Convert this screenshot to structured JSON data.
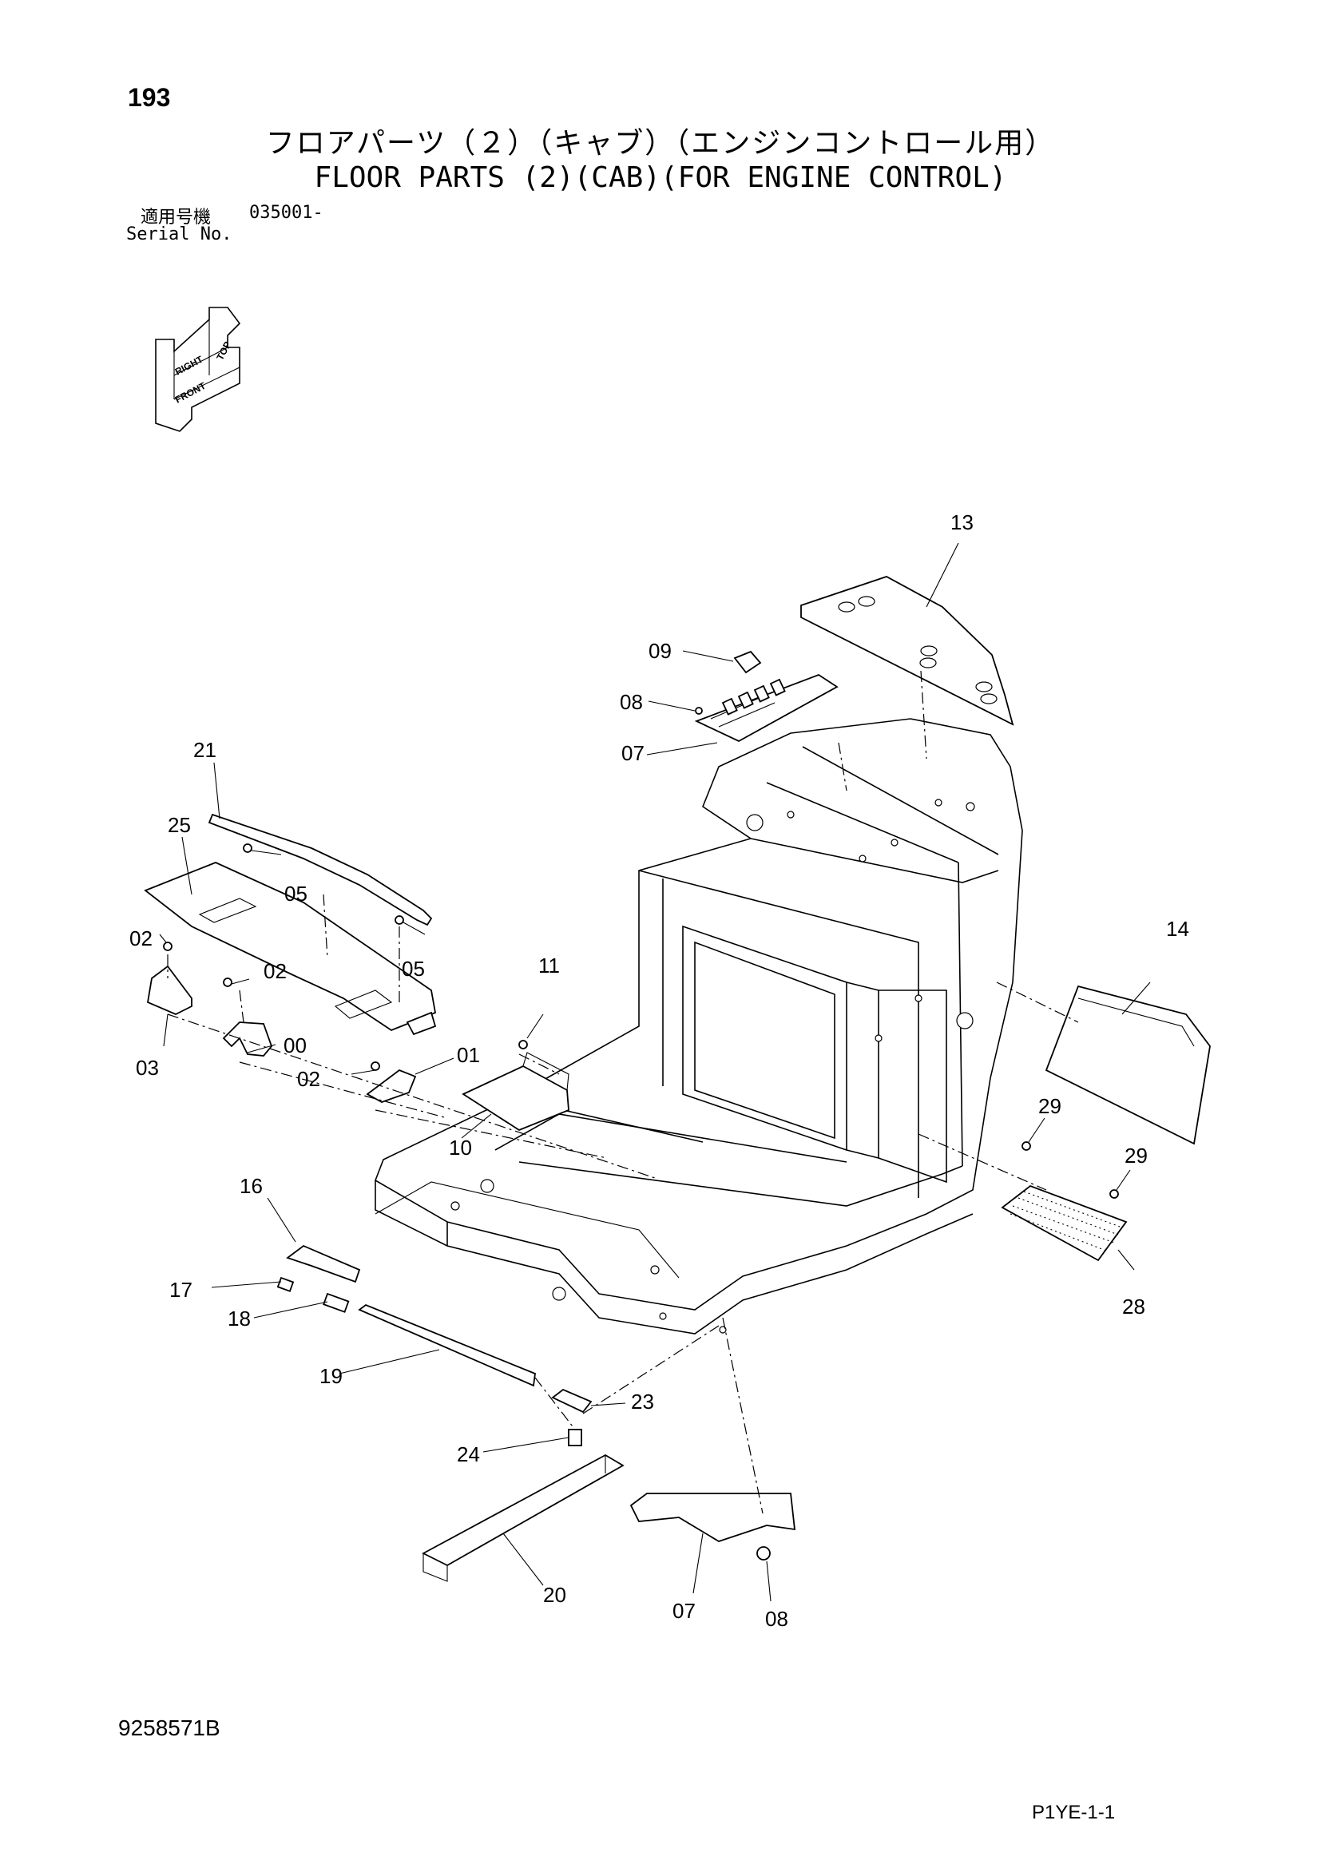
{
  "page": {
    "number": "193",
    "title_jp": "フロアパーツ（２）（キャブ）（エンジンコントロール用）",
    "title_en": "FLOOR PARTS (2)(CAB)(FOR ENGINE CONTROL)",
    "serial_label_jp": "適用号機",
    "serial_label_en": "Serial No.",
    "serial_value": "035001-",
    "document_number": "9258571B",
    "page_code": "P1YE-1-1"
  },
  "orientation_icon": {
    "labels": [
      "TOP",
      "RIGHT",
      "FRONT"
    ],
    "icon": "orientation-arrows-icon"
  },
  "callouts": {
    "c13": "13",
    "c09": "09",
    "c08a": "08",
    "c07a": "07",
    "c21": "21",
    "c25": "25",
    "c05a": "05",
    "c05b": "05",
    "c02a": "02",
    "c02b": "02",
    "c02c": "02",
    "c00": "00",
    "c03": "03",
    "c01": "01",
    "c11": "11",
    "c10": "10",
    "c14": "14",
    "c29a": "29",
    "c29b": "29",
    "c28": "28",
    "c16": "16",
    "c17": "17",
    "c18": "18",
    "c19": "19",
    "c23": "23",
    "c24": "24",
    "c20": "20",
    "c07b": "07",
    "c08b": "08"
  }
}
